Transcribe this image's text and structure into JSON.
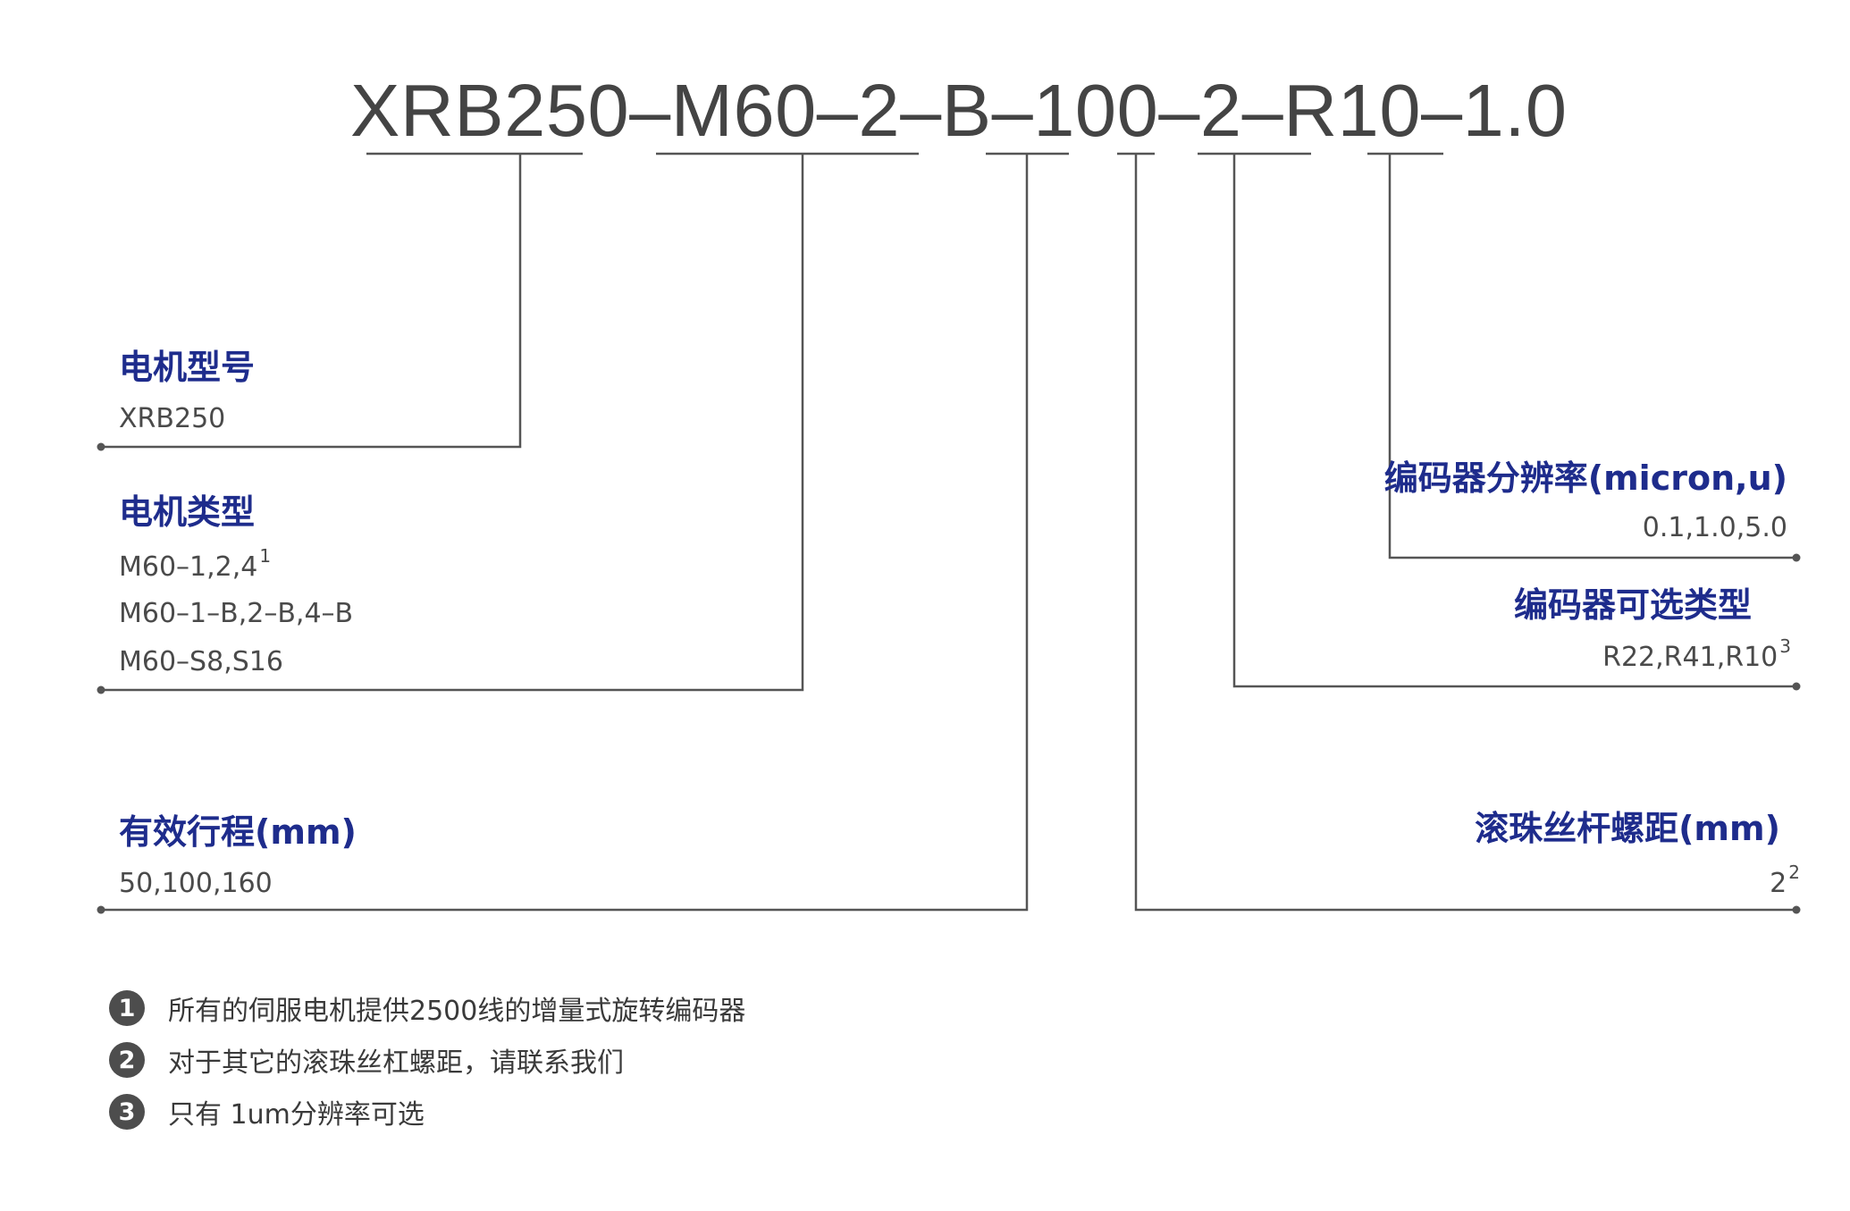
{
  "model_code": "XRB250–M60–2–B–100–2–R10–1.0",
  "fields": {
    "motor_model": {
      "heading": "电机型号",
      "values": [
        "XRB250"
      ]
    },
    "motor_type": {
      "heading": "电机类型",
      "values": [
        "M60–1,2,4",
        "M60–1–B,2–B,4–B",
        "M60–S8,S16"
      ],
      "footnote": "1"
    },
    "stroke": {
      "heading": "有效行程(mm)",
      "values": [
        "50,100,160"
      ]
    },
    "encoder_resolution": {
      "heading": "编码器分辨率(micron,u)",
      "values": [
        "0.1,1.0,5.0"
      ]
    },
    "encoder_type": {
      "heading": "编码器可选类型",
      "values": [
        "R22,R41,R10"
      ],
      "footnote": "3"
    },
    "screw_pitch": {
      "heading": "滚珠丝杆螺距(mm)",
      "values": [
        "2"
      ],
      "footnote": "2"
    }
  },
  "notes": [
    {
      "number": "1",
      "text": "所有的伺服电机提供2500线的增量式旋转编码器"
    },
    {
      "number": "2",
      "text": "对于其它的滚珠丝杠螺距，请联系我们"
    },
    {
      "number": "3",
      "text": "只有 1um分辨率可选"
    }
  ],
  "colors": {
    "heading": "#1e2c8c",
    "line": "#555555",
    "text": "#4a4a4a",
    "badge": "#4d4d4d"
  }
}
